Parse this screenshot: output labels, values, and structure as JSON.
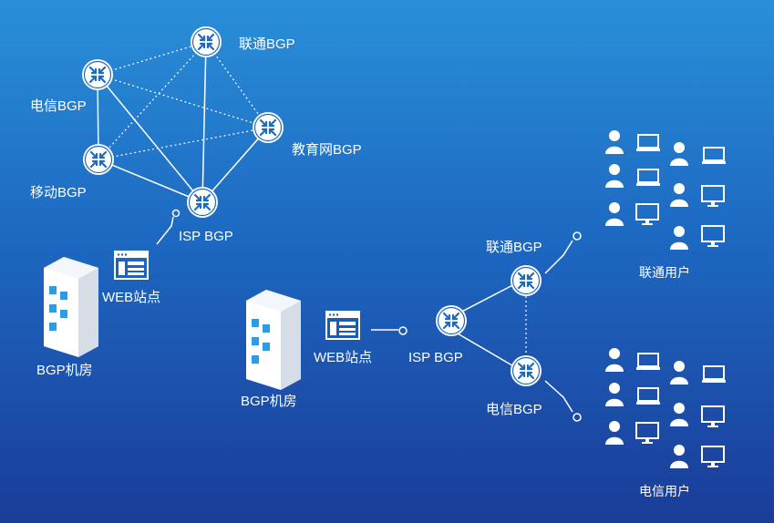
{
  "colors": {
    "background_top": "#2a8fd8",
    "background_bottom": "#1a3c99",
    "line": "#ffffff",
    "icon": "#ffffff"
  },
  "left_network": {
    "unicom_bgp": "联通BGP",
    "telecom_bgp": "电信BGP",
    "edu_bgp": "教育网BGP",
    "mobile_bgp": "移动BGP",
    "isp_bgp": "ISP BGP",
    "web_site": "WEB站点",
    "datacenter": "BGP机房"
  },
  "right_network": {
    "datacenter": "BGP机房",
    "web_site": "WEB站点",
    "isp_bgp": "ISP BGP",
    "unicom_bgp": "联通BGP",
    "telecom_bgp": "电信BGP",
    "unicom_users": "联通用户",
    "telecom_users": "电信用户"
  },
  "icons": {
    "router": "router-icon",
    "server": "server-rack-icon",
    "browser": "web-page-icon",
    "user": "user-icon",
    "laptop": "laptop-icon",
    "monitor": "monitor-icon"
  }
}
